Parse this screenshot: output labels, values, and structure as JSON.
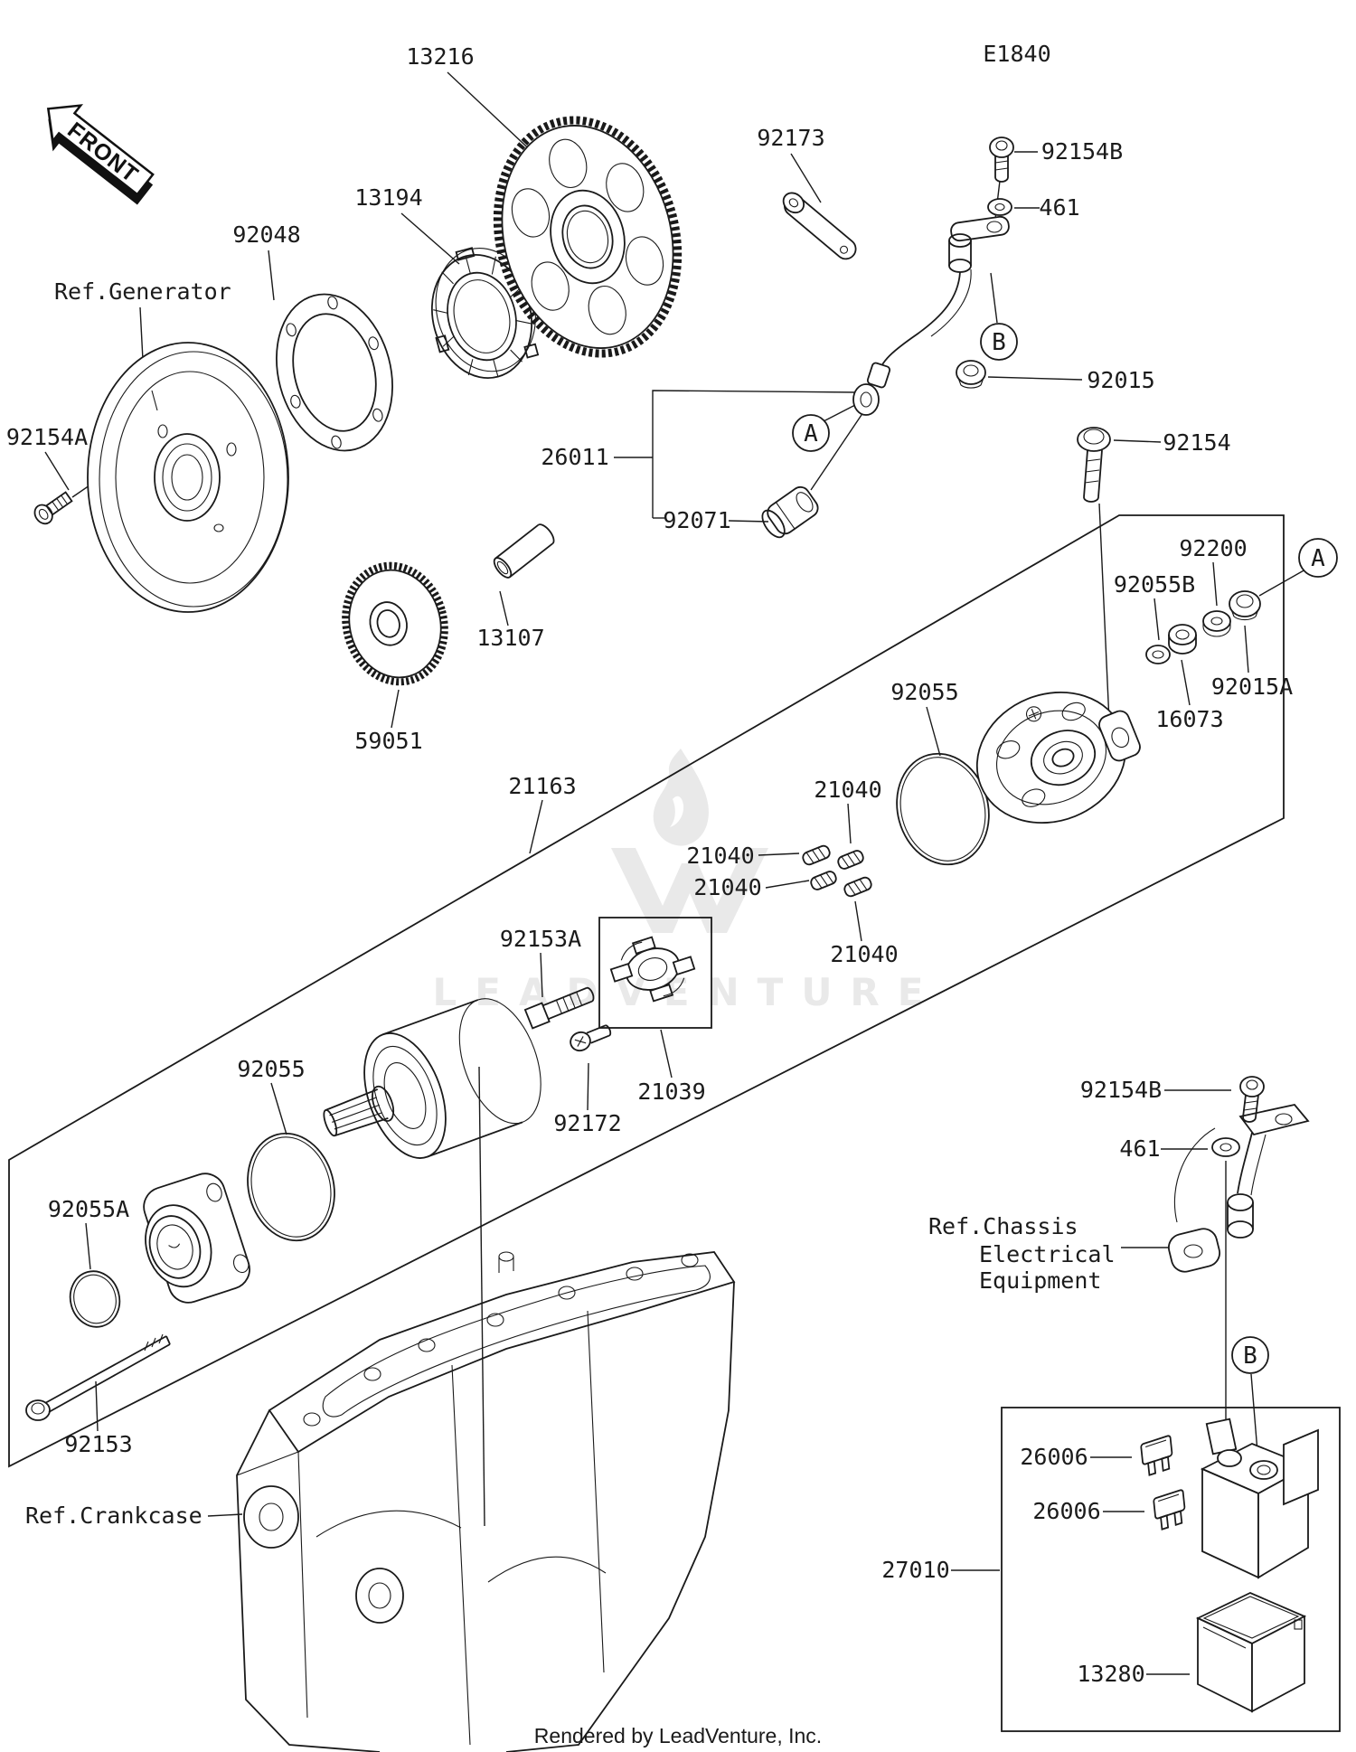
{
  "diagram": {
    "code": "E1840",
    "front_label": "FRONT",
    "watermark_word": "LEADVENTURE",
    "footer": "Rendered by LeadVenture, Inc."
  },
  "callouts": {
    "a": "A",
    "b": "B"
  },
  "colors": {
    "line": "#1a1a1a",
    "watermark": "#e9e9e9",
    "background": "#ffffff",
    "text": "#1b1b1b"
  },
  "labels": [
    {
      "text": "13216"
    },
    {
      "text": "92173"
    },
    {
      "text": "92154B"
    },
    {
      "text": "461"
    },
    {
      "text": "13194"
    },
    {
      "text": "92048"
    },
    {
      "text": "Ref.Generator"
    },
    {
      "text": "92015"
    },
    {
      "text": "26011"
    },
    {
      "text": "92071"
    },
    {
      "text": "92154A"
    },
    {
      "text": "92154"
    },
    {
      "text": "92200"
    },
    {
      "text": "92055B"
    },
    {
      "text": "92015A"
    },
    {
      "text": "16073"
    },
    {
      "text": "92055"
    },
    {
      "text": "13107"
    },
    {
      "text": "59051"
    },
    {
      "text": "21163"
    },
    {
      "text": "21040"
    },
    {
      "text": "21040"
    },
    {
      "text": "21040"
    },
    {
      "text": "21040"
    },
    {
      "text": "92153A"
    },
    {
      "text": "21039"
    },
    {
      "text": "92172"
    },
    {
      "text": "92055"
    },
    {
      "text": "92055A"
    },
    {
      "text": "92153"
    },
    {
      "text": "Ref.Crankcase"
    },
    {
      "text": "Ref.Chassis"
    },
    {
      "text": "Electrical"
    },
    {
      "text": "Equipment"
    },
    {
      "text": "92154B"
    },
    {
      "text": "461"
    },
    {
      "text": "26006"
    },
    {
      "text": "26006"
    },
    {
      "text": "27010"
    },
    {
      "text": "13280"
    }
  ]
}
